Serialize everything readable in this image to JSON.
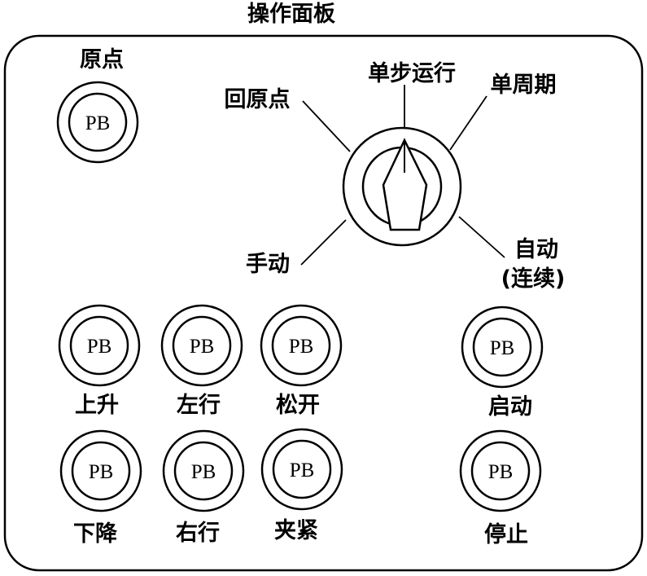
{
  "panel": {
    "title": "操作面板",
    "origin": {
      "label": "原点",
      "button_text": "PB"
    },
    "selector": {
      "positions": {
        "return_origin": "回原点",
        "single_step": "单步运行",
        "single_cycle": "单周期",
        "manual": "手动",
        "auto_line1": "自动",
        "auto_line2": "(连续)"
      }
    },
    "buttons": {
      "up": {
        "label": "上升",
        "text": "PB"
      },
      "left": {
        "label": "左行",
        "text": "PB"
      },
      "release": {
        "label": "松开",
        "text": "PB"
      },
      "start": {
        "label": "启动",
        "text": "PB"
      },
      "down": {
        "label": "下降",
        "text": "PB"
      },
      "right": {
        "label": "右行",
        "text": "PB"
      },
      "clamp": {
        "label": "夹紧",
        "text": "PB"
      },
      "stop": {
        "label": "停止",
        "text": "PB"
      }
    }
  }
}
